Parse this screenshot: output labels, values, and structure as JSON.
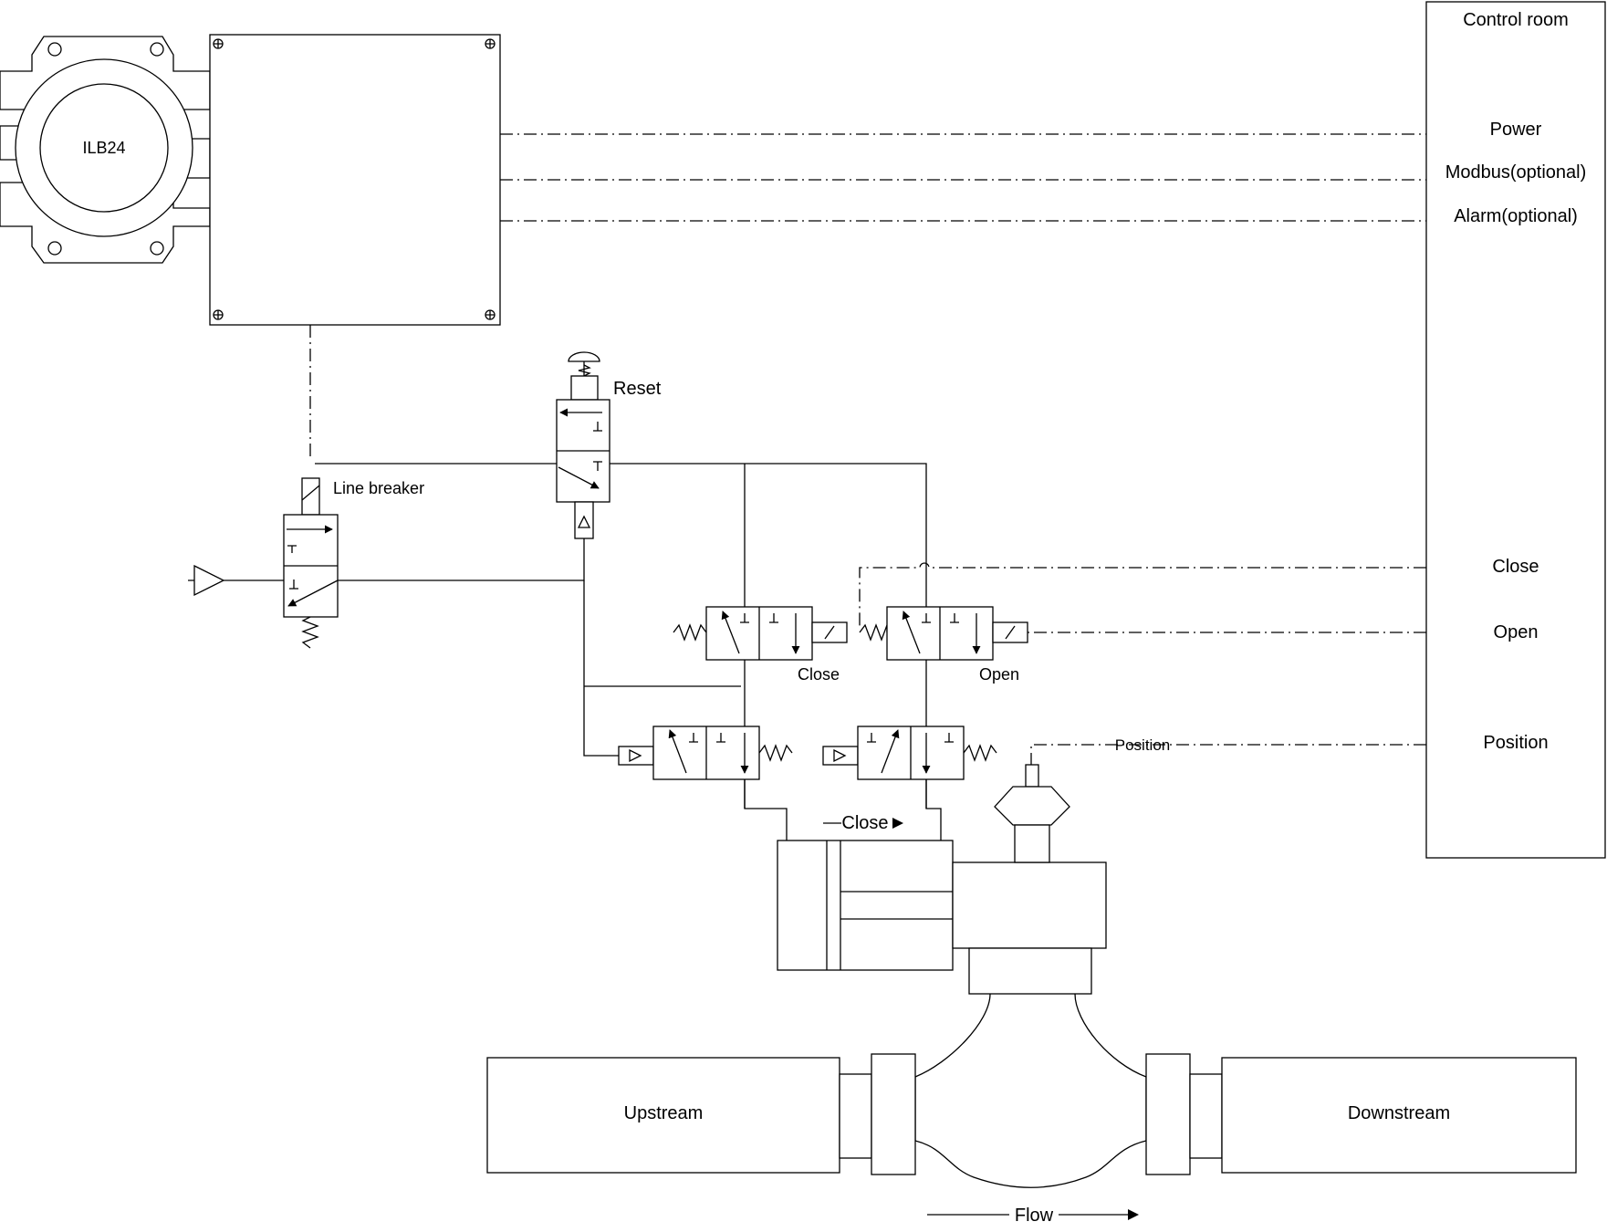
{
  "diagram": {
    "transmitter_label": "ILB24",
    "control_room": {
      "title": "Control room",
      "power": "Power",
      "modbus": "Modbus(optional)",
      "alarm": "Alarm(optional)",
      "close": "Close",
      "open": "Open",
      "position": "Position"
    },
    "valves": {
      "reset": "Reset",
      "line_breaker": "Line breaker",
      "close_valve": "Close",
      "open_valve": "Open"
    },
    "position_line_label": "Position",
    "actuator_close_arrow": "Close",
    "pipe": {
      "upstream": "Upstream",
      "downstream": "Downstream",
      "flow": "Flow"
    }
  }
}
